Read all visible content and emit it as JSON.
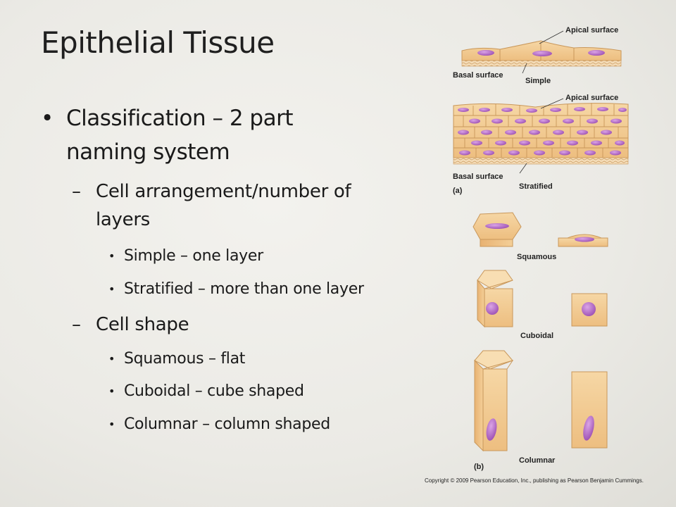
{
  "slide": {
    "title": "Epithelial Tissue"
  },
  "bullets": [
    {
      "mark": "•",
      "line1": "Classification – 2 part",
      "line2": "naming system"
    },
    {
      "mark": "–",
      "line1": "Cell arrangement/number  of",
      "line2": "layers"
    },
    {
      "mark": "•",
      "text": "Simple – one layer"
    },
    {
      "mark": "•",
      "text": "Stratified – more than one layer"
    },
    {
      "mark": "–",
      "text": "Cell shape"
    },
    {
      "mark": "•",
      "text": "Squamous – flat"
    },
    {
      "mark": "•",
      "text": "Cuboidal – cube shaped"
    },
    {
      "mark": "•",
      "text": "Columnar – column shaped"
    }
  ],
  "figure": {
    "apical_top": "Apical surface",
    "basal_top": "Basal surface",
    "simple": "Simple",
    "apical_mid": "Apical surface",
    "basal_mid": "Basal surface",
    "part_a": "(a)",
    "stratified": "Stratified",
    "squamous": "Squamous",
    "cuboidal": "Cuboidal",
    "part_b": "(b)",
    "columnar": "Columnar",
    "copyright": "Copyright © 2009 Pearson Education, Inc., publishing as Pearson Benjamin Cummings."
  },
  "colors": {
    "cell_fill": "#f3c98d",
    "cell_stroke": "#c9975a",
    "nucleus": "#b86dc8",
    "background": "#ebeae5"
  }
}
